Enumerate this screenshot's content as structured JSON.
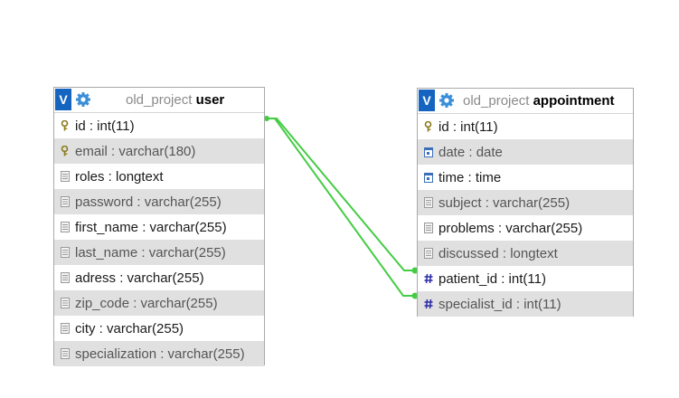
{
  "colors": {
    "relation_line": "#44cc44",
    "header_button": "#1565c0",
    "row_alt": "#e0e0e0"
  },
  "tables": {
    "user": {
      "db": "old_project",
      "name": "user",
      "columns": [
        {
          "label": "id : int(11)",
          "icon": "key-icon"
        },
        {
          "label": "email : varchar(180)",
          "icon": "key-icon"
        },
        {
          "label": "roles : longtext",
          "icon": "field-icon"
        },
        {
          "label": "password : varchar(255)",
          "icon": "field-icon"
        },
        {
          "label": "first_name : varchar(255)",
          "icon": "field-icon"
        },
        {
          "label": "last_name : varchar(255)",
          "icon": "field-icon"
        },
        {
          "label": "adress : varchar(255)",
          "icon": "field-icon"
        },
        {
          "label": "zip_code : varchar(255)",
          "icon": "field-icon"
        },
        {
          "label": "city : varchar(255)",
          "icon": "field-icon"
        },
        {
          "label": "specialization : varchar(255)",
          "icon": "field-icon"
        }
      ]
    },
    "appointment": {
      "db": "old_project",
      "name": "appointment",
      "columns": [
        {
          "label": "id : int(11)",
          "icon": "key-icon"
        },
        {
          "label": "date : date",
          "icon": "date-icon"
        },
        {
          "label": "time : time",
          "icon": "date-icon"
        },
        {
          "label": "subject : varchar(255)",
          "icon": "field-icon"
        },
        {
          "label": "problems : varchar(255)",
          "icon": "field-icon"
        },
        {
          "label": "discussed : longtext",
          "icon": "field-icon"
        },
        {
          "label": "patient_id : int(11)",
          "icon": "hash-icon"
        },
        {
          "label": "specialist_id : int(11)",
          "icon": "hash-icon"
        }
      ]
    }
  },
  "header_button_label": "V"
}
